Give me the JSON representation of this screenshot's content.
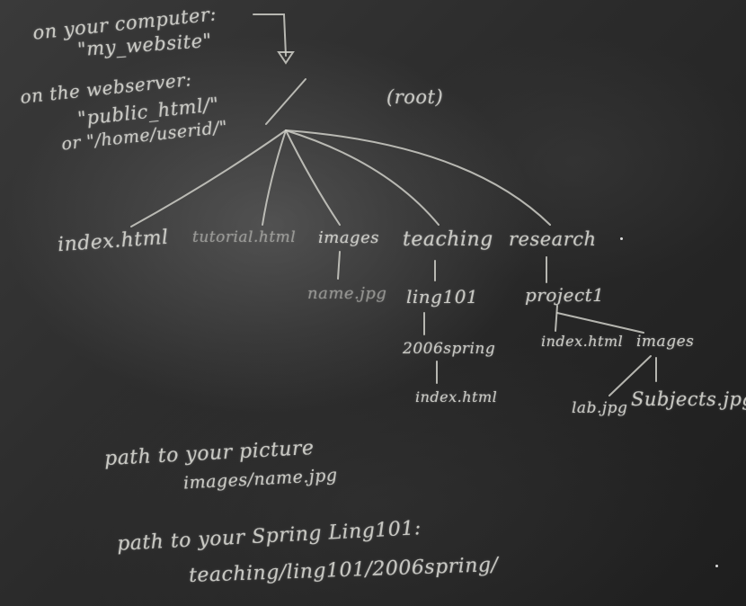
{
  "top_notes": {
    "line1": "on your computer:",
    "line2": "\"my_website\"",
    "line3": "on the webserver:",
    "line4": "\"public_html/\"",
    "line5": "or \"/home/userid/\""
  },
  "root": {
    "slash": "/",
    "label": "(root)"
  },
  "nodes": {
    "index_html": "index.html",
    "tutorial_html": "tutorial.html",
    "images": "images",
    "name_jpg": "name.jpg",
    "teaching": "teaching",
    "ling101": "ling101",
    "spring2006": "2006spring",
    "teaching_index": "index.html",
    "research": "research",
    "project1": "project1",
    "project_index": "index.html",
    "project_images": "images",
    "lab_jpg": "lab.jpg",
    "subjects_jpg": "Subjects.jpg"
  },
  "bottom_notes": {
    "picture_label": "path to your picture",
    "picture_path": "images/name.jpg",
    "spring_label": "path to your Spring Ling101:",
    "spring_path": "teaching/ling101/2006spring/"
  },
  "colors": {
    "board": "#2b2b2b",
    "chalk": "#d9d9d3"
  }
}
